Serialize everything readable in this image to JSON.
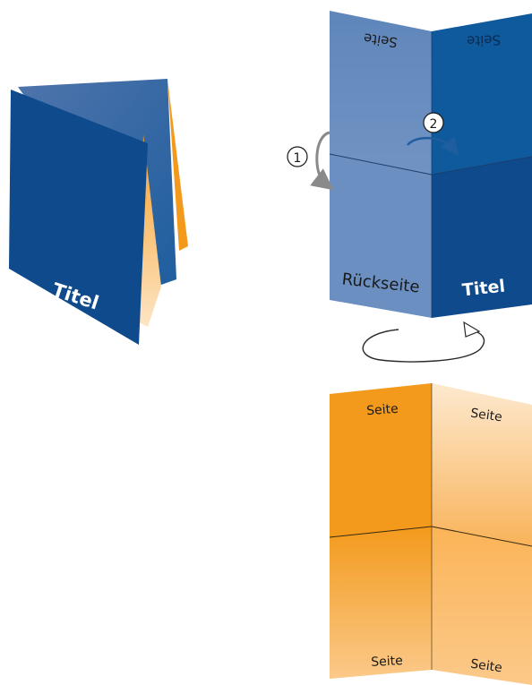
{
  "labels": {
    "booklet_title": "Titel",
    "back_cover": "Rückseite",
    "front_cover": "Titel",
    "outer_top_left": "Seite",
    "outer_top_right": "Seite",
    "inner_top_left": "Seite",
    "inner_top_right": "Seite",
    "inner_bottom_left": "Seite",
    "inner_bottom_right": "Seite"
  },
  "steps": {
    "step1": "1",
    "step2": "2"
  },
  "colors": {
    "blue_dark": "#0e4a8c",
    "blue_mid": "#1f5e9e",
    "blue_light": "#6b8fc0",
    "orange": "#f39a1c",
    "orange_light": "#fbd9a8",
    "arrow_gray": "#8a8a8a"
  },
  "icons": [
    "step-1-badge",
    "step-2-badge",
    "fold-arrow-icon",
    "flip-arrow-icon",
    "rotate-arrow-icon"
  ]
}
